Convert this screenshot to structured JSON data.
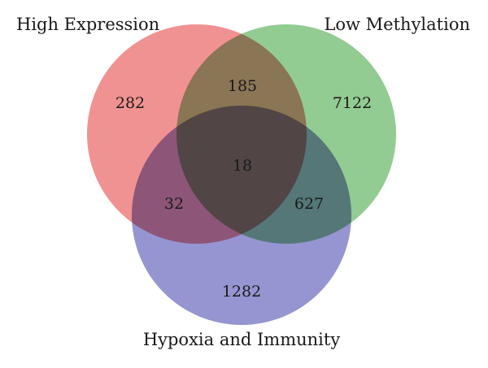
{
  "sets": [
    {
      "id": "high_expression",
      "label": "High Expression",
      "color": "#F08C8C"
    },
    {
      "id": "low_methylation",
      "label": "Low Methylation",
      "color": "#8CC98C"
    },
    {
      "id": "hypoxia_immunity",
      "label": "Hypoxia and Immunity",
      "color": "#8F8FCF"
    }
  ],
  "regions": {
    "high_only": "282",
    "low_only": "7122",
    "hypoxia_only": "1282",
    "high_low": "185",
    "high_hypoxia": "32",
    "low_hypoxia": "627",
    "all_three": "18"
  }
}
